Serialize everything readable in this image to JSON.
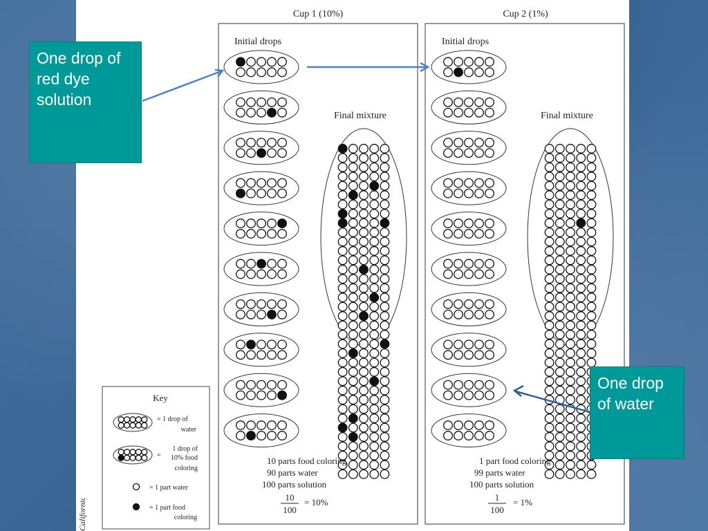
{
  "figure": {
    "cup1": {
      "title": "Cup 1 (10%)",
      "initial_label": "Initial drops",
      "final_label": "Final mixture",
      "drops": [
        1,
        9,
        8,
        6,
        5,
        3,
        9,
        2,
        10,
        7
      ],
      "final_dark": [
        1,
        24,
        27,
        36,
        41,
        45,
        68,
        84,
        93,
        110,
        112,
        129,
        151,
        147,
        157
      ],
      "calc": {
        "line1": "10 parts food coloring",
        "line2": "90 parts water",
        "line3": "100 parts solution",
        "numerator": "10",
        "denominator": "100",
        "result": "=  10%"
      }
    },
    "cup2": {
      "title": "Cup 2 (1%)",
      "initial_label": "Initial drops",
      "final_label": "Final mixture",
      "drops": [
        7,
        0,
        0,
        0,
        0,
        0,
        0,
        0,
        0,
        0
      ],
      "final_dark": [
        44
      ],
      "calc": {
        "line1": "1 part food coloring",
        "line2": "99 parts water",
        "line3": "100 parts solution",
        "numerator": "1",
        "denominator": "100",
        "result": "=  1%"
      }
    },
    "key": {
      "title": "Key",
      "item1": [
        "=  1 drop of",
        "water"
      ],
      "item2": [
        "1 drop of",
        "10% food",
        "coloring"
      ],
      "item2_eq": "=",
      "item3": "=  1 part water",
      "item4": [
        "=  1 part food",
        "coloring"
      ]
    },
    "side_credit": "California"
  },
  "callouts": {
    "red_dye": "One drop of\nred dye\nsolution",
    "water": "One drop\nof water"
  },
  "colors": {
    "callout_bg": "#009999",
    "arrow": "#4f81bd",
    "dark_dot": "#111111"
  }
}
